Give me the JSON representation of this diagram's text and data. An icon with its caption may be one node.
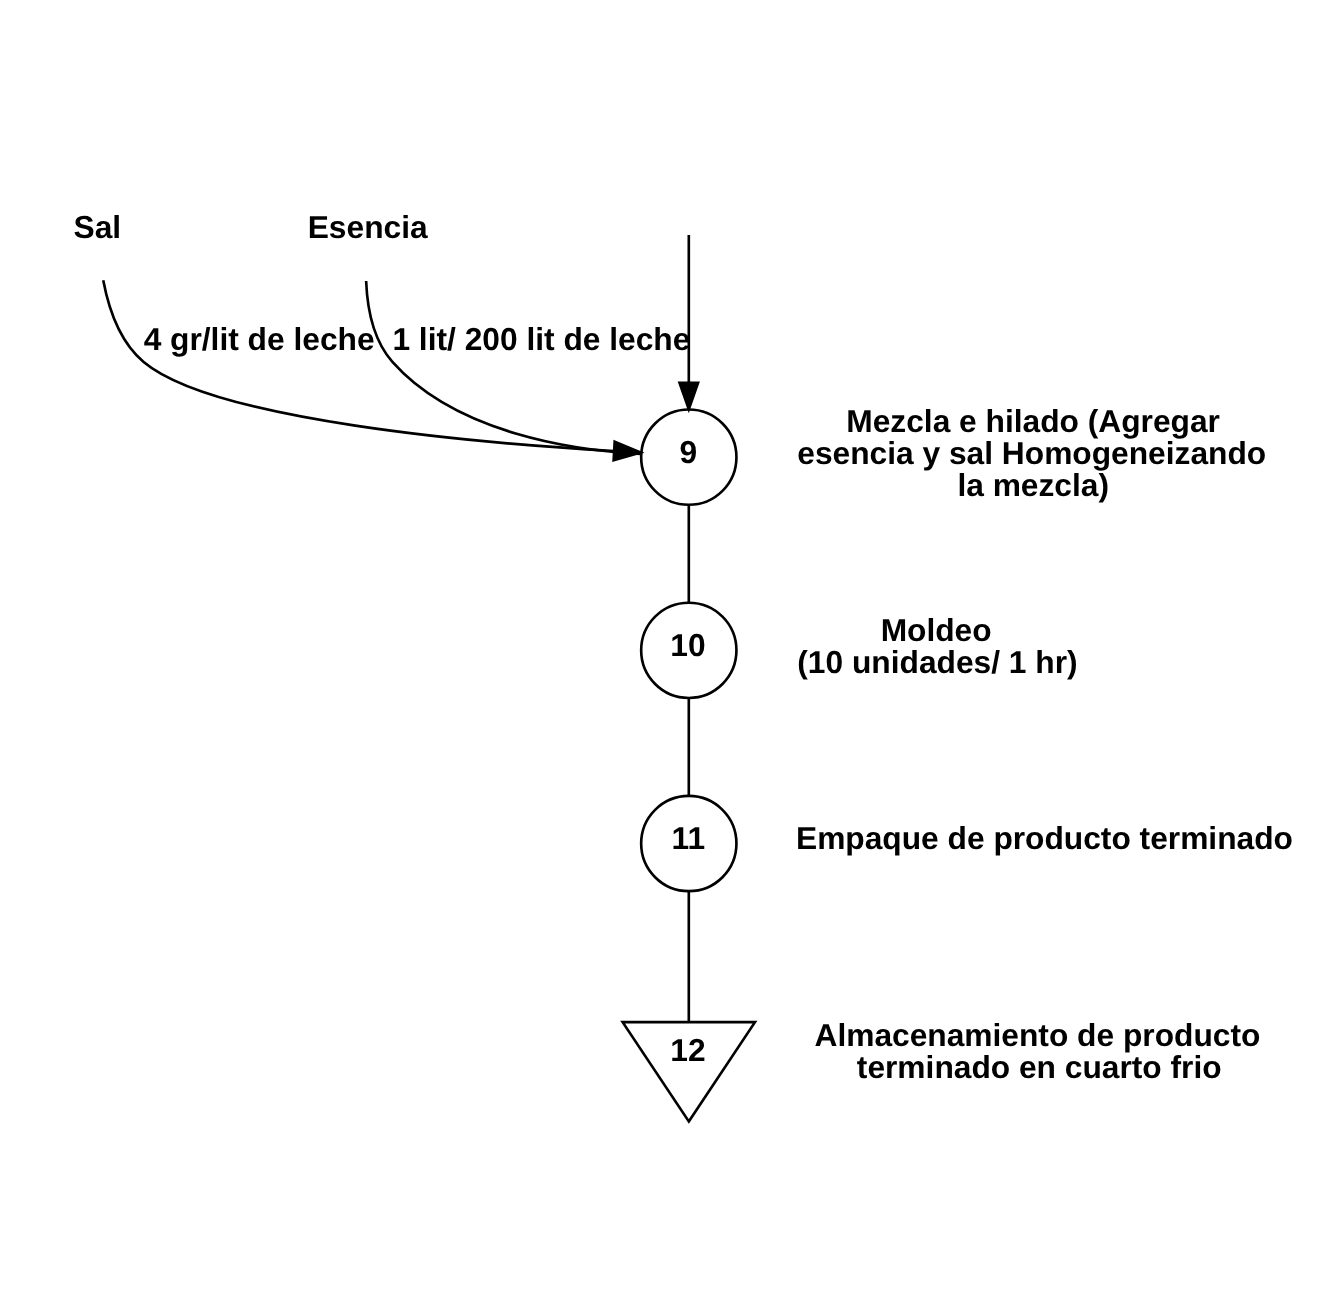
{
  "diagram": {
    "nodes": [
      {
        "text": [
          "Sal"
        ]
      },
      {
        "text": [
          "Esencia"
        ]
      },
      {
        "text": [
          "9"
        ],
        "beside": [
          "Mezcla e hilado (Agregar esencia y sal Homogeneizando la mezcla)"
        ]
      },
      {
        "text": [
          "10"
        ],
        "beside": [
          "Moldeo",
          "(10 unidades/ 1 hr)"
        ]
      },
      {
        "text": [
          "11"
        ],
        "beside": [
          "Empaque de producto terminado"
        ]
      },
      {
        "text": [
          "12"
        ],
        "beside": [
          "Almacenamiento de producto terminado en cuarto frio"
        ]
      }
    ],
    "edges": [
      {
        "from": null,
        "to": 2,
        "arrow": "to"
      },
      {
        "from": 0,
        "to": 2,
        "arrow": "to",
        "label": "4 gr/lit de leche"
      },
      {
        "from": 1,
        "to": 2,
        "arrow": "none",
        "label": "1 lit/ 200 lit de leche"
      },
      {
        "from": 2,
        "to": 3,
        "arrow": "none"
      },
      {
        "from": 3,
        "to": 4,
        "arrow": "none"
      },
      {
        "from": 4,
        "to": 5,
        "arrow": "none"
      }
    ]
  }
}
